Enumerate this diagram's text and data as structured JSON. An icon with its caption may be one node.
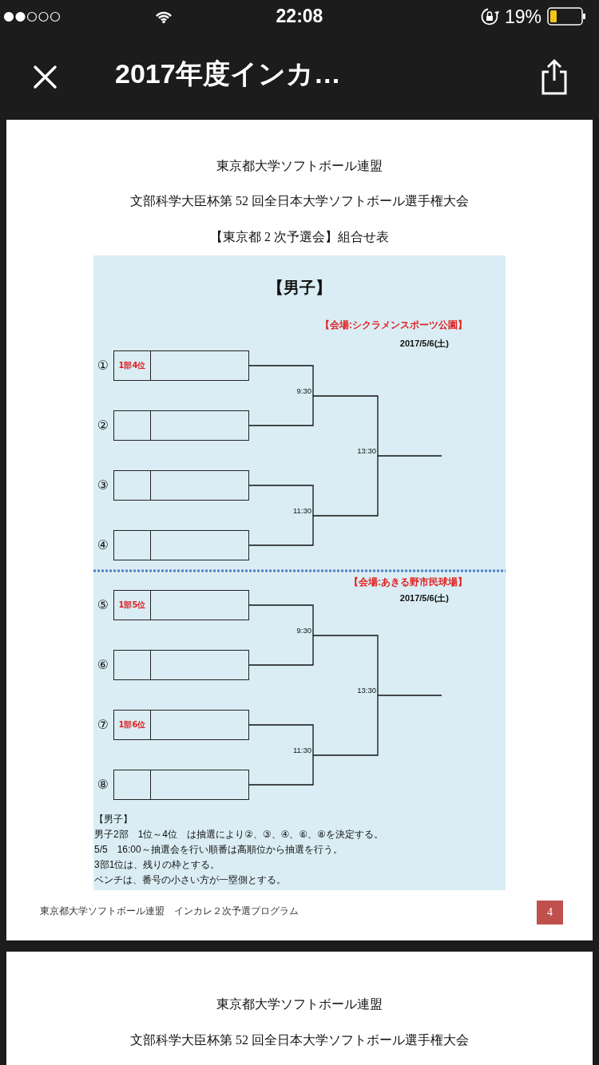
{
  "diagram": {
    "nodes": [
      {
        "text": [
          "1部4位"
        ],
        "beside": [
          "①"
        ]
      },
      {
        "text": [],
        "shape": "box",
        "beside": [
          "②"
        ]
      },
      {
        "text": [],
        "shape": "box",
        "beside": [
          "③"
        ]
      },
      {
        "text": [],
        "shape": "box",
        "beside": [
          "④"
        ]
      },
      {
        "text": [
          "9:30"
        ]
      },
      {
        "text": [
          "11:30"
        ]
      },
      {
        "text": [
          "13:30"
        ]
      },
      {
        "text": [
          "1部5位"
        ],
        "beside": [
          "⑤"
        ]
      },
      {
        "text": [],
        "shape": "box",
        "beside": [
          "⑥"
        ]
      },
      {
        "text": [
          "1部6位"
        ],
        "beside": [
          "⑦"
        ]
      },
      {
        "text": [],
        "shape": "box",
        "beside": [
          "⑧"
        ]
      },
      {
        "text": [
          "9:30"
        ]
      },
      {
        "text": [
          "11:30"
        ]
      },
      {
        "text": [
          "13:30"
        ]
      }
    ],
    "edges": [
      {
        "from": 0,
        "to": 4,
        "arrow": "none"
      },
      {
        "from": 1,
        "to": 4,
        "arrow": "none"
      },
      {
        "from": 2,
        "to": 5,
        "arrow": "none"
      },
      {
        "from": 3,
        "to": 5,
        "arrow": "none"
      },
      {
        "from": 4,
        "to": 6,
        "arrow": "none"
      },
      {
        "from": 5,
        "to": 6,
        "arrow": "none"
      },
      {
        "from": 6,
        "to": null,
        "arrow": "none"
      },
      {
        "from": 7,
        "to": 11,
        "arrow": "none"
      },
      {
        "from": 8,
        "to": 11,
        "arrow": "none"
      },
      {
        "from": 9,
        "to": 12,
        "arrow": "none"
      },
      {
        "from": 10,
        "to": 12,
        "arrow": "none"
      },
      {
        "from": 11,
        "to": 13,
        "arrow": "none"
      },
      {
        "from": 12,
        "to": 13,
        "arrow": "none"
      },
      {
        "from": 13,
        "to": null,
        "arrow": "none"
      }
    ],
    "labels": [
      "22:08",
      "19%",
      "2017年度インカ…",
      "東京都大学ソフトボール連盟",
      "文部科学大臣杯第 52 回全日本大学ソフトボール選手権大会",
      "【東京都 2 次予選会】組合せ表",
      "【男子】",
      "【会場:シクラメンスポーツ公園】",
      "2017/5/6(土)",
      "【会場:あきる野市民球場】",
      "2017/5/6(土)",
      "【男子】",
      "男子2部　1位～4位　は抽選により②、③、④、⑥、⑧を決定する。",
      "5/5　16:00～抽選会を行い順番は高順位から抽選を行う。",
      "3部1位は、残りの枠とする。",
      "ベンチは、番号の小さい方が一塁側とする。",
      "東京都大学ソフトボール連盟　インカレ２次予選プログラム",
      "4",
      "東京都大学ソフトボール連盟",
      "文部科学大臣杯第 52 回全日本大学ソフトボール選手権大会"
    ]
  }
}
